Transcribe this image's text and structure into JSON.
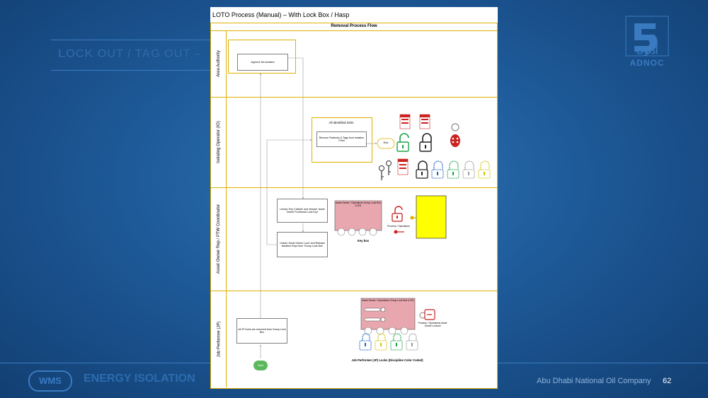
{
  "slide": {
    "title": "LOCK OUT / TAG OUT –",
    "footer_title": "ENERGY ISOLATION",
    "footer_company": "Abu Dhabi National Oil Company",
    "page_number": "62",
    "wms": "WMS",
    "logo_arabic": "أدنوك",
    "logo_english": "ADNOC"
  },
  "doc": {
    "title": "LOTO Process (Manual) – With Lock Box / Hasp",
    "header": "Removal Process Flow",
    "lanes": [
      "Area Authority",
      "Isolating Operator (IO)",
      "Asset Owner Rep / PTW Coordinator",
      "Job Performer (JP)"
    ],
    "boxes": {
      "approve": "Approve De-isolation",
      "all_isos": "All Identified ISOs",
      "remove_padlocks": "Remove Padlocks & Tags from Isolation Point",
      "end": "End",
      "unlock_key_cabinet": "Unlock 'Key Cabinet' and release 'Asset Owner Functional Lock Key'",
      "unlock_asset_owner": "Unlock 'Asset Owner Lock' and Release Isolation Keys from 'Group Lock Box'",
      "keybox_label": "Asset Owner / Operations Group Lock Box A 201",
      "process_ops": "Process / Operations",
      "key_box": "Key box",
      "jp_locks_removed": "All JP locks are removed from Group Lock Box",
      "jp_lockbox_label": "Asset Owner / Operations Group Lock Box A 201",
      "jp_process_ops": "Process / Operations Asset Owner Lockout",
      "jp_locks_caption": "Job Performer (JP) Locks (Discipline Color Coded)",
      "start": "Start"
    }
  },
  "colors": {
    "lock_green": "#1aa34a",
    "lock_red": "#cc2222",
    "lock_blue": "#1e63c8",
    "lock_yellow": "#e8d400",
    "lock_grey": "#9a9a9a",
    "keybox_fill": "#e8a6ae",
    "panel_yellow": "#ffff00",
    "start_green": "#5cb85c"
  }
}
